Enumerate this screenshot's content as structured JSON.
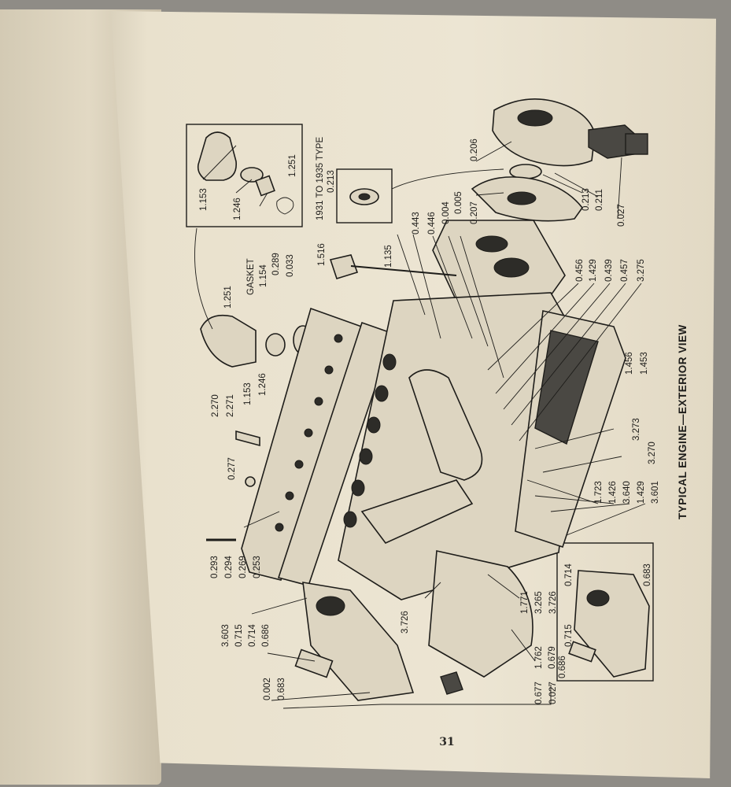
{
  "page": {
    "title": "TYPICAL ENGINE—EXTERIOR VIEW",
    "page_number": "31"
  },
  "inset": {
    "type_label": "1931 TO 1935 TYPE",
    "type_part": "0.213"
  },
  "callouts": {
    "c1153a": "1.153",
    "c1246a": "1.246",
    "c1251a": "1.251",
    "c0206": "0.206",
    "c0213": "0.213",
    "c0211": "0.211",
    "c0207": "0.207",
    "c0027a": "0.027",
    "c0005": "0.005",
    "c0004": "0.004",
    "c0446": "0.446",
    "c0443": "0.443",
    "c1135": "1.135",
    "c1516": "1.516",
    "c0033": "0.033",
    "c0289": "0.289",
    "gasket": "GASKET",
    "c1154": "1.154",
    "c1251b": "1.251",
    "c1153b": "1.153",
    "c1246b": "1.246",
    "c2270": "2.270",
    "c2271": "2.271",
    "c0456": "0.456",
    "c1429a": "1.429",
    "c0439": "0.439",
    "c0457": "0.457",
    "c3275": "3.275",
    "c1456": "1.456",
    "c1453": "1.453",
    "c3273": "3.273",
    "c3270": "3.270",
    "c0277": "0.277",
    "c1723": "1.723",
    "c1426": "1.426",
    "c3640": "3.640",
    "c1429b": "1.429",
    "c3601": "3.601",
    "c0293": "0.293",
    "c0294": "0.294",
    "c0269": "0.269",
    "c0253": "0.253",
    "c3603": "3.603",
    "c0715a": "0.715",
    "c0714a": "0.714",
    "c0686a": "0.686",
    "c1771": "1.771",
    "c3265": "3.265",
    "c3726a": "3.726",
    "c3726b": "3.726",
    "c0714b": "0.714",
    "c0683a": "0.683",
    "c0715b": "0.715",
    "c0686b": "0.686",
    "c1762": "1.762",
    "c0679": "0.679",
    "c0677": "0.677",
    "c0027b": "0.027",
    "c0002": "0.002",
    "c0683b": "0.683"
  }
}
